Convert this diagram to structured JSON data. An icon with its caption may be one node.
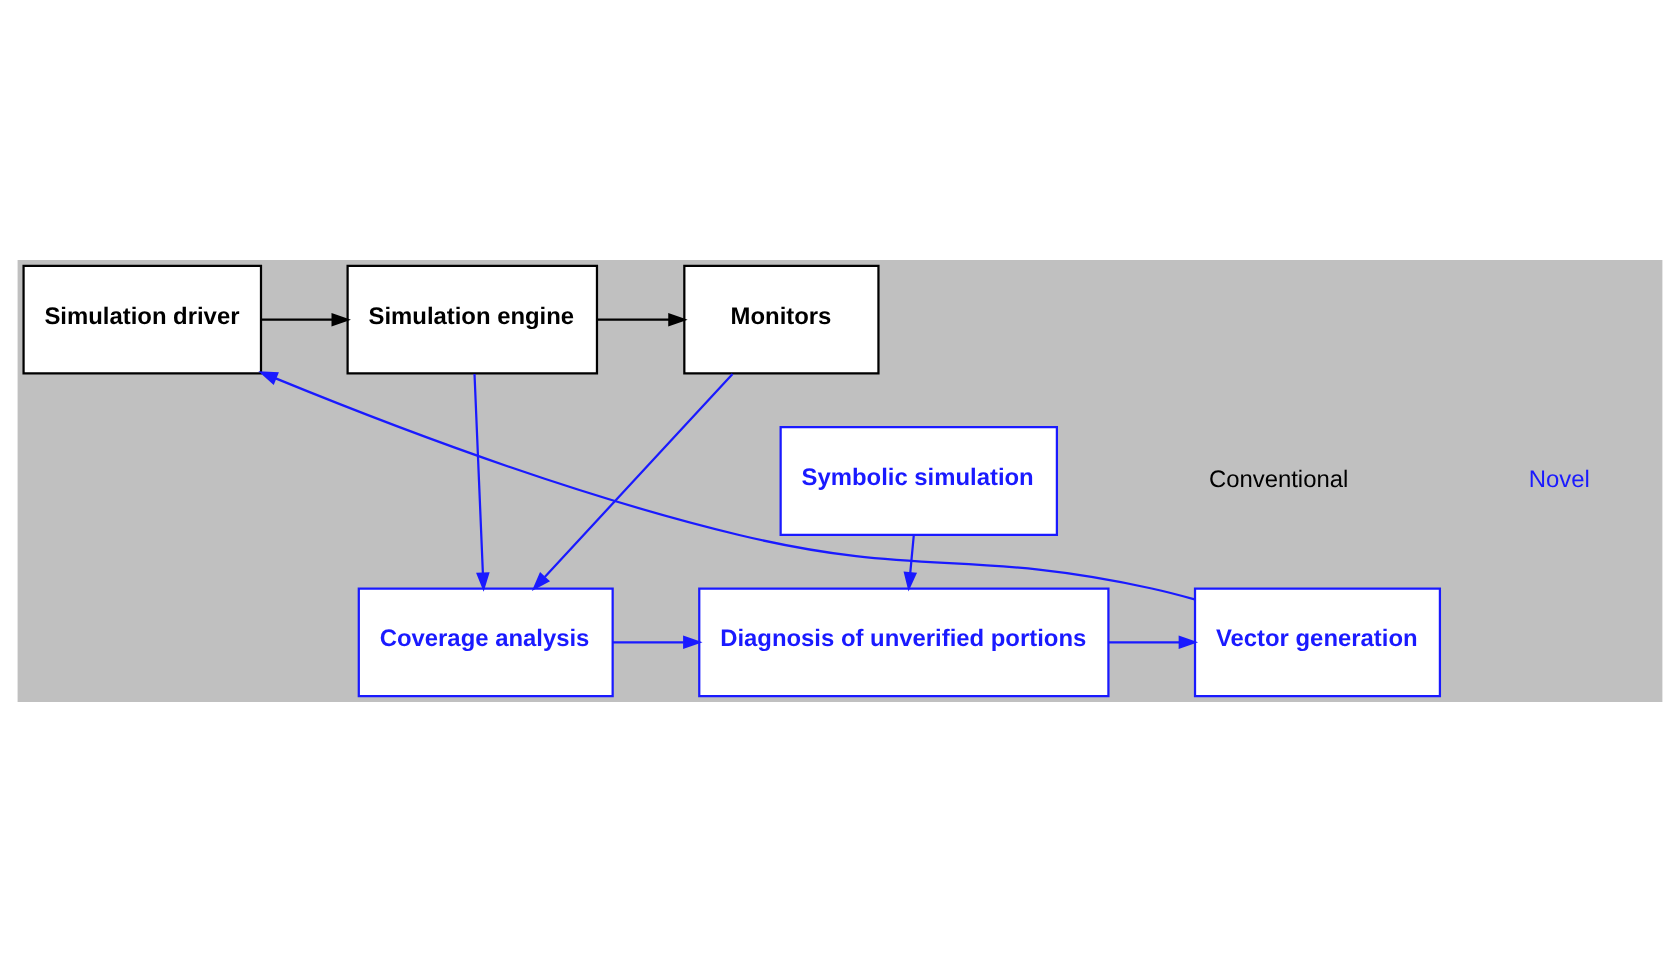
{
  "diagram": {
    "nodes": [
      {
        "text": [
          "Simulation driver"
        ]
      },
      {
        "text": [
          "Simulation engine"
        ]
      },
      {
        "text": [
          "Monitors"
        ]
      },
      {
        "text": [
          "Symbolic simulation"
        ]
      },
      {
        "text": [
          "Vector generation"
        ]
      },
      {
        "text": [
          "Diagnosis of unverified portions"
        ]
      },
      {
        "text": [
          "Coverage analysis"
        ]
      }
    ],
    "edges": [
      {
        "from": 0,
        "to": 1,
        "arrow": "to",
        "color": "#000000"
      },
      {
        "from": 1,
        "to": 2,
        "arrow": "to",
        "color": "#000000"
      },
      {
        "from": 3,
        "to": 5,
        "arrow": "to"
      },
      {
        "from": 1,
        "to": 6,
        "arrow": "to"
      },
      {
        "from": 2,
        "to": 6,
        "arrow": "to"
      },
      {
        "from": 6,
        "to": 5,
        "arrow": "to"
      },
      {
        "from": 5,
        "to": 4,
        "arrow": "to"
      },
      {
        "from": 4,
        "to": 0,
        "arrow": "to"
      }
    ],
    "labels": [
      "Conventional",
      "Novel"
    ]
  }
}
